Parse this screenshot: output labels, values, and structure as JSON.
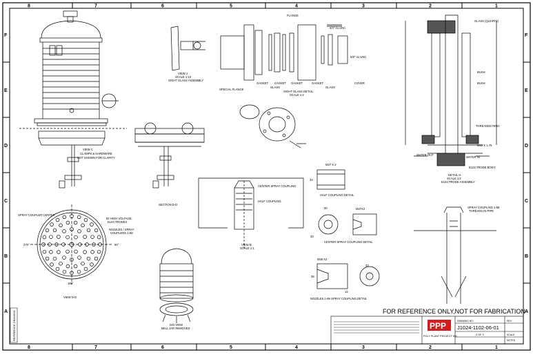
{
  "border": {
    "columns": [
      "8",
      "7",
      "6",
      "5",
      "4",
      "3",
      "2",
      "1"
    ],
    "rows": [
      "F",
      "E",
      "D",
      "C",
      "B",
      "A"
    ]
  },
  "labels": {
    "view_j": "VIEW J",
    "view_j_scale": "SCALE 1:10",
    "sight_glass_assembly": "SIGHT GLASS ASSEMBLY",
    "flange": "FLANGE",
    "unc_1": "3/4\"-11 UNC",
    "unc_2": "5/8\"-11 UNC",
    "special_flange": "SPECIAL FLANGE",
    "gasket_1": "GASKET",
    "gasket_2": "GASKET",
    "gasket_3": "GASKET",
    "gasket_4": "GASKET",
    "glass_1": "GLASS",
    "glass_2": "GLASS",
    "cover": "COVER",
    "sight_glass_detail": "SIGHT GLASS DETAIL",
    "sight_glass_scale": "SCALE 1:2",
    "view_c": "VIEW C",
    "view_c_note_1": "CLAMPS & HARDWARE",
    "view_c_note_2": "NOT SHOWN FOR CLARITY",
    "section_dd": "SECTION D-D",
    "center_spray_coupling": "CENTER SPRAY COUPLING",
    "half_coupling": "HALF COUPLING",
    "view_b": "VIEW B",
    "view_b_scale": "SCALE 1:1",
    "m27": "M27 X 2",
    "dim_34": "34",
    "half_coupling_detail": "HALF COUPLING DETAIL",
    "m27x2b": "M27X2",
    "dim_30": "30",
    "dim_33": "33",
    "center_spray_detail": "CENTER SPRAY COUPLING DETAIL",
    "m35": "M35 X2",
    "dim_33b": "33",
    "dim_12": "12",
    "dim_38": "38",
    "nozzles_detail": "NOZZLES 1-69 SPRAY COUPLING DETAIL",
    "spray_coupler_center": "SPRAY COUPLER CENTER",
    "high_voltage_1": "82 HIGH VOLTAGE",
    "high_voltage_2": "ELECTRODES",
    "nozzles_1": "NOZZLES / SPRAY",
    "nozzles_2": "COUPLERS 1-69",
    "deg_270": "270°",
    "deg_90": "90°",
    "deg_180": "180°",
    "view_dd": "VIEW D-D",
    "iso_view": "ISO VIEW",
    "bell_jar_removed": "BELL JAR REMOVED",
    "glass_quartz": "GLASS (QUARTZ)",
    "bush_1": "BUSH",
    "bush_2": "BUSH",
    "threaded_ring": "THREADED RING",
    "m12": "M12 X 1.75",
    "water_out": "WATER OUT",
    "water_in": "WATER IN",
    "electrode_body": "ELECTRODE BODY",
    "detail_h": "DETAIL H",
    "detail_h_scale": "SCALE 1:2",
    "electrode_assembly": "ELECTRODE ASSEMBLY",
    "spray_coupling_thread_1": "SPRAY COUPLING 1-69",
    "spray_coupling_thread_2": "THREADS IN PIPE",
    "reference_only": "FOR REFERENCE ONLY,NOT FOR FABRICATION",
    "drawing_no_label": "DRAWING NO.",
    "drawing_no": "J1024-1102-06-01",
    "rev_label": "REV",
    "sheet": "2 OF 3",
    "scale_label": "SCALE",
    "scale_value": "NOTED",
    "company_logo": "PPP",
    "company_name": "POLY PLANT PROJECT INC.",
    "side_stamp": "REFERENCE DRAWING"
  }
}
